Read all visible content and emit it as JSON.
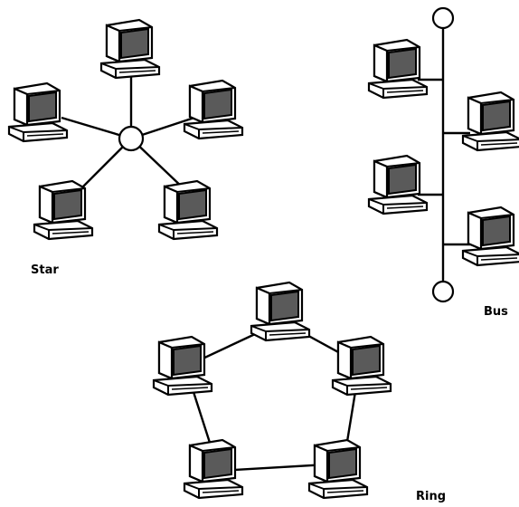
{
  "diagram": {
    "title": "",
    "topologies": [
      {
        "id": "star",
        "label": "Star",
        "computers": 5
      },
      {
        "id": "bus",
        "label": "Bus",
        "computers": 4
      },
      {
        "id": "ring",
        "label": "Ring",
        "computers": 5
      }
    ],
    "colors": {
      "line": "#000000",
      "screen": "#5a5a5a",
      "background": "#ffffff"
    },
    "icons": [
      "computer-icon",
      "hub-circle",
      "terminator-circle"
    ]
  }
}
